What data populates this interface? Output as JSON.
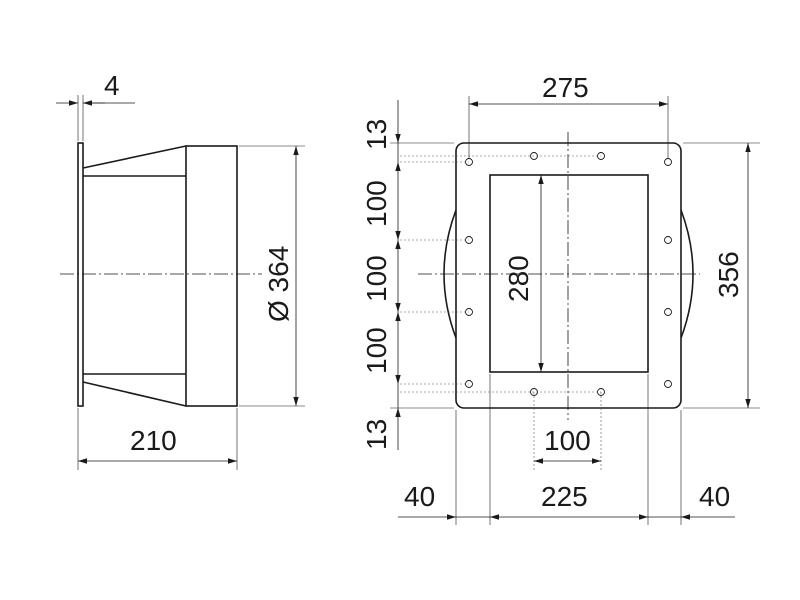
{
  "side_view": {
    "dim_thickness": "4",
    "dim_diameter": "Ø 364",
    "dim_length": "210"
  },
  "front_view": {
    "dim_hole_spacing_top": "275",
    "dim_top_edge": "13",
    "dim_bottom_edge": "13",
    "dim_pitch_1": "100",
    "dim_pitch_2": "100",
    "dim_pitch_3": "100",
    "dim_opening_height": "280",
    "dim_overall_height": "356",
    "dim_bottom_hole_spacing": "100",
    "dim_left_offset": "40",
    "dim_opening_width": "225",
    "dim_right_offset": "40"
  }
}
